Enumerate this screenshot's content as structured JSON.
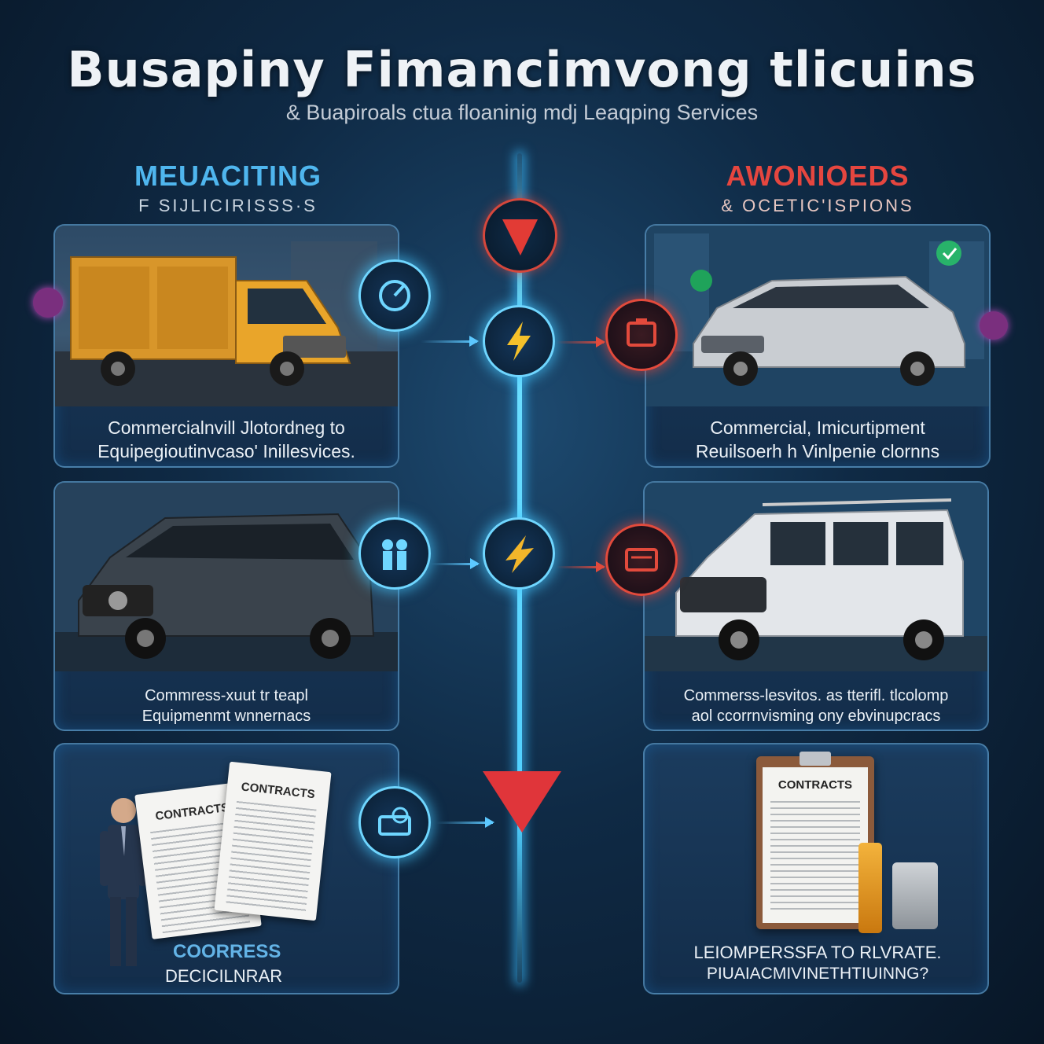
{
  "header": {
    "title": "Busapiny Fimancimvong tlicuins",
    "subtitle": "& Buapiroals ctua  floaninig mdj Leaqping Services"
  },
  "left_column": {
    "heading": "MEUACITING",
    "subheading": "F SIJLICIRISSS·S"
  },
  "right_column": {
    "heading": "AWONIOEDS",
    "subheading": "& OCETIC'ISPIONS"
  },
  "cards": [
    {
      "id": "truck",
      "line1": "Commercialnvill Jlotordneg to",
      "line2": "Equipegioutinvcaso' Inillesvices."
    },
    {
      "id": "minivan",
      "line1": "Commercial, Imicurtipment",
      "line2": "Reuilsoerh h Vinlpenie clornns"
    },
    {
      "id": "dark-van",
      "line1": "Commress-xuut tr teapl",
      "line2": "Equipmenmt wnnernacs"
    },
    {
      "id": "white-van",
      "line1": "Commerss-lesvitos. as tterifl. tlcolomp",
      "line2": "aol ccorrnvisming ony ebvinupcracs"
    },
    {
      "id": "contracts-left",
      "doc_label": "CONTRACTS",
      "line1": "COORRESS",
      "line2": "DECICILNRAR"
    },
    {
      "id": "contracts-right",
      "doc_label": "CONTRACTS",
      "line1": "LEIOMPERSSFA TO RLVRATE.",
      "line2": "PIUAIACMIVINETHTIUINNG?"
    }
  ],
  "colors": {
    "accent_blue": "#4fb6ee",
    "accent_red": "#e5463f",
    "spine_glow": "#6fe0ff"
  },
  "icons": [
    "shield-icon",
    "lightning-icon",
    "gauge-icon",
    "document-icon",
    "people-icon",
    "check-icon",
    "lock-icon",
    "toolbox-icon",
    "arrow-down-icon"
  ]
}
